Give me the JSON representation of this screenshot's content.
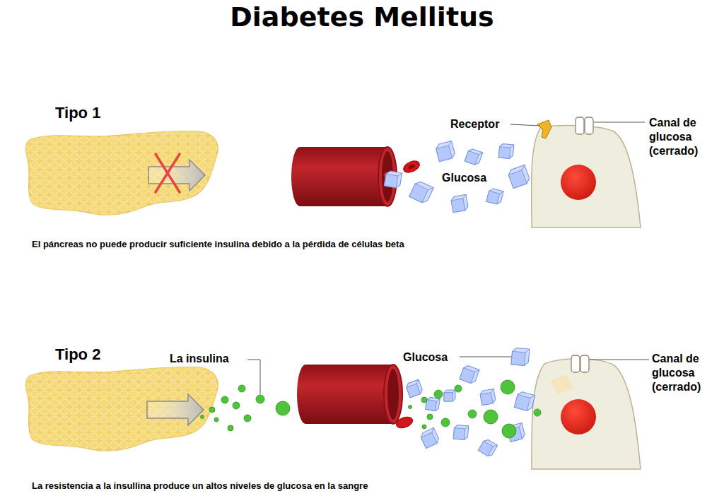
{
  "diagram": {
    "title": "Diabetes Mellitus",
    "labels": [
      "Tipo 1",
      "Receptor",
      "Canal de glucosa (cerrado)",
      "Glucosa",
      "El páncreas no puede producir suficiente insulina debido a la pérdida de células beta",
      "Tipo 2",
      "La insulina",
      "Glucosa",
      "Canal de glucosa (cerrado)",
      "La resistencia a la insullina produce un altos niveles de glucosa en la sangre"
    ]
  }
}
